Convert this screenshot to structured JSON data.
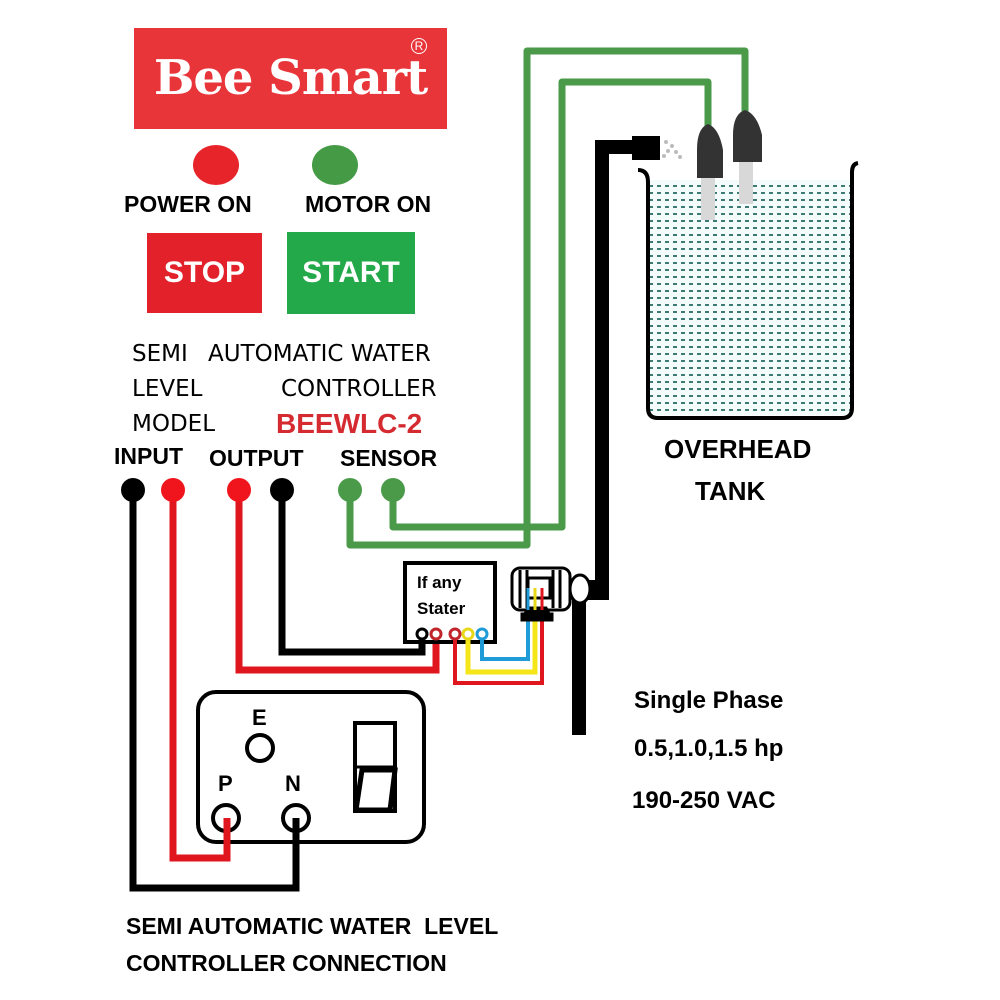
{
  "brand": {
    "name": "Bee Smart",
    "registered_mark": "R",
    "color": "#e8353a"
  },
  "indicators": [
    {
      "label": "POWER ON",
      "color": "#e8242b"
    },
    {
      "label": "MOTOR ON",
      "color": "#449a45"
    }
  ],
  "buttons": {
    "stop": {
      "label": "STOP",
      "color": "#e3212a"
    },
    "start": {
      "label": "START",
      "color": "#23a84a"
    }
  },
  "product": {
    "line1_left": "SEMI",
    "line1_right": "AUTOMATIC WATER",
    "line2_left": "LEVEL",
    "line2_right": "CONTROLLER",
    "line3_left": "MODEL",
    "model": "BEEWLC-2",
    "model_color": "#d42a30"
  },
  "terminals": {
    "input": "INPUT",
    "output": "OUTPUT",
    "sensor": "SENSOR"
  },
  "starter": {
    "line1": "If any",
    "line2": "Stater"
  },
  "socket": {
    "earth": "E",
    "phase": "P",
    "neutral": "N"
  },
  "tank": {
    "line1": "OVERHEAD",
    "line2": "TANK"
  },
  "motor_specs": {
    "phase": "Single Phase",
    "hp": "0.5,1.0,1.5 hp",
    "voltage": "190-250 VAC"
  },
  "caption": {
    "line1": "SEMI AUTOMATIC WATER  LEVEL",
    "line2": "CONTROLLER CONNECTION"
  },
  "wire_colors": {
    "black": "#000000",
    "red": "#e0161e",
    "green": "#4a9a4a",
    "yellow": "#f5e61a",
    "blue": "#1f9bd7"
  }
}
